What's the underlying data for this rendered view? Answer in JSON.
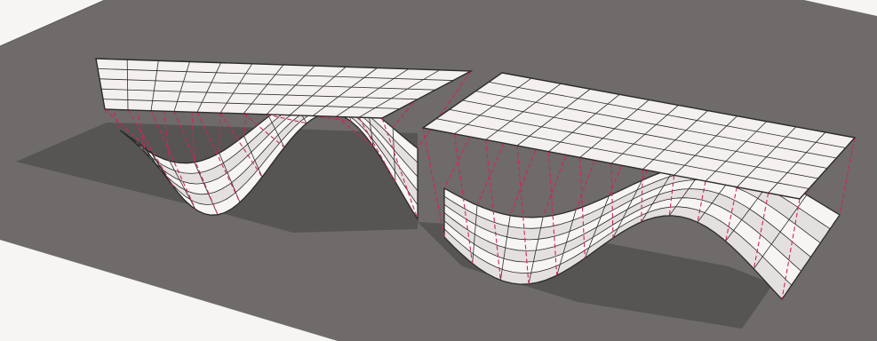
{
  "scene": {
    "subject": "two-grid-planes-projected-onto-wavy-surfaces",
    "colors": {
      "background": "#f6f5f4",
      "ground": "#6e6b6a",
      "ground_edge": "#5c5958",
      "shadow": "#4f4d4c",
      "plane_fill": "#f3f0ef",
      "surface_fill": "#f7f5f4",
      "surface_shade": "#e4e0df",
      "grid_line": "#2b2b2b",
      "projection_line": "#d2245a"
    },
    "grids": [
      {
        "name": "left",
        "columns": 12,
        "rows": 5
      },
      {
        "name": "right",
        "columns": 12,
        "rows": 6
      }
    ]
  }
}
